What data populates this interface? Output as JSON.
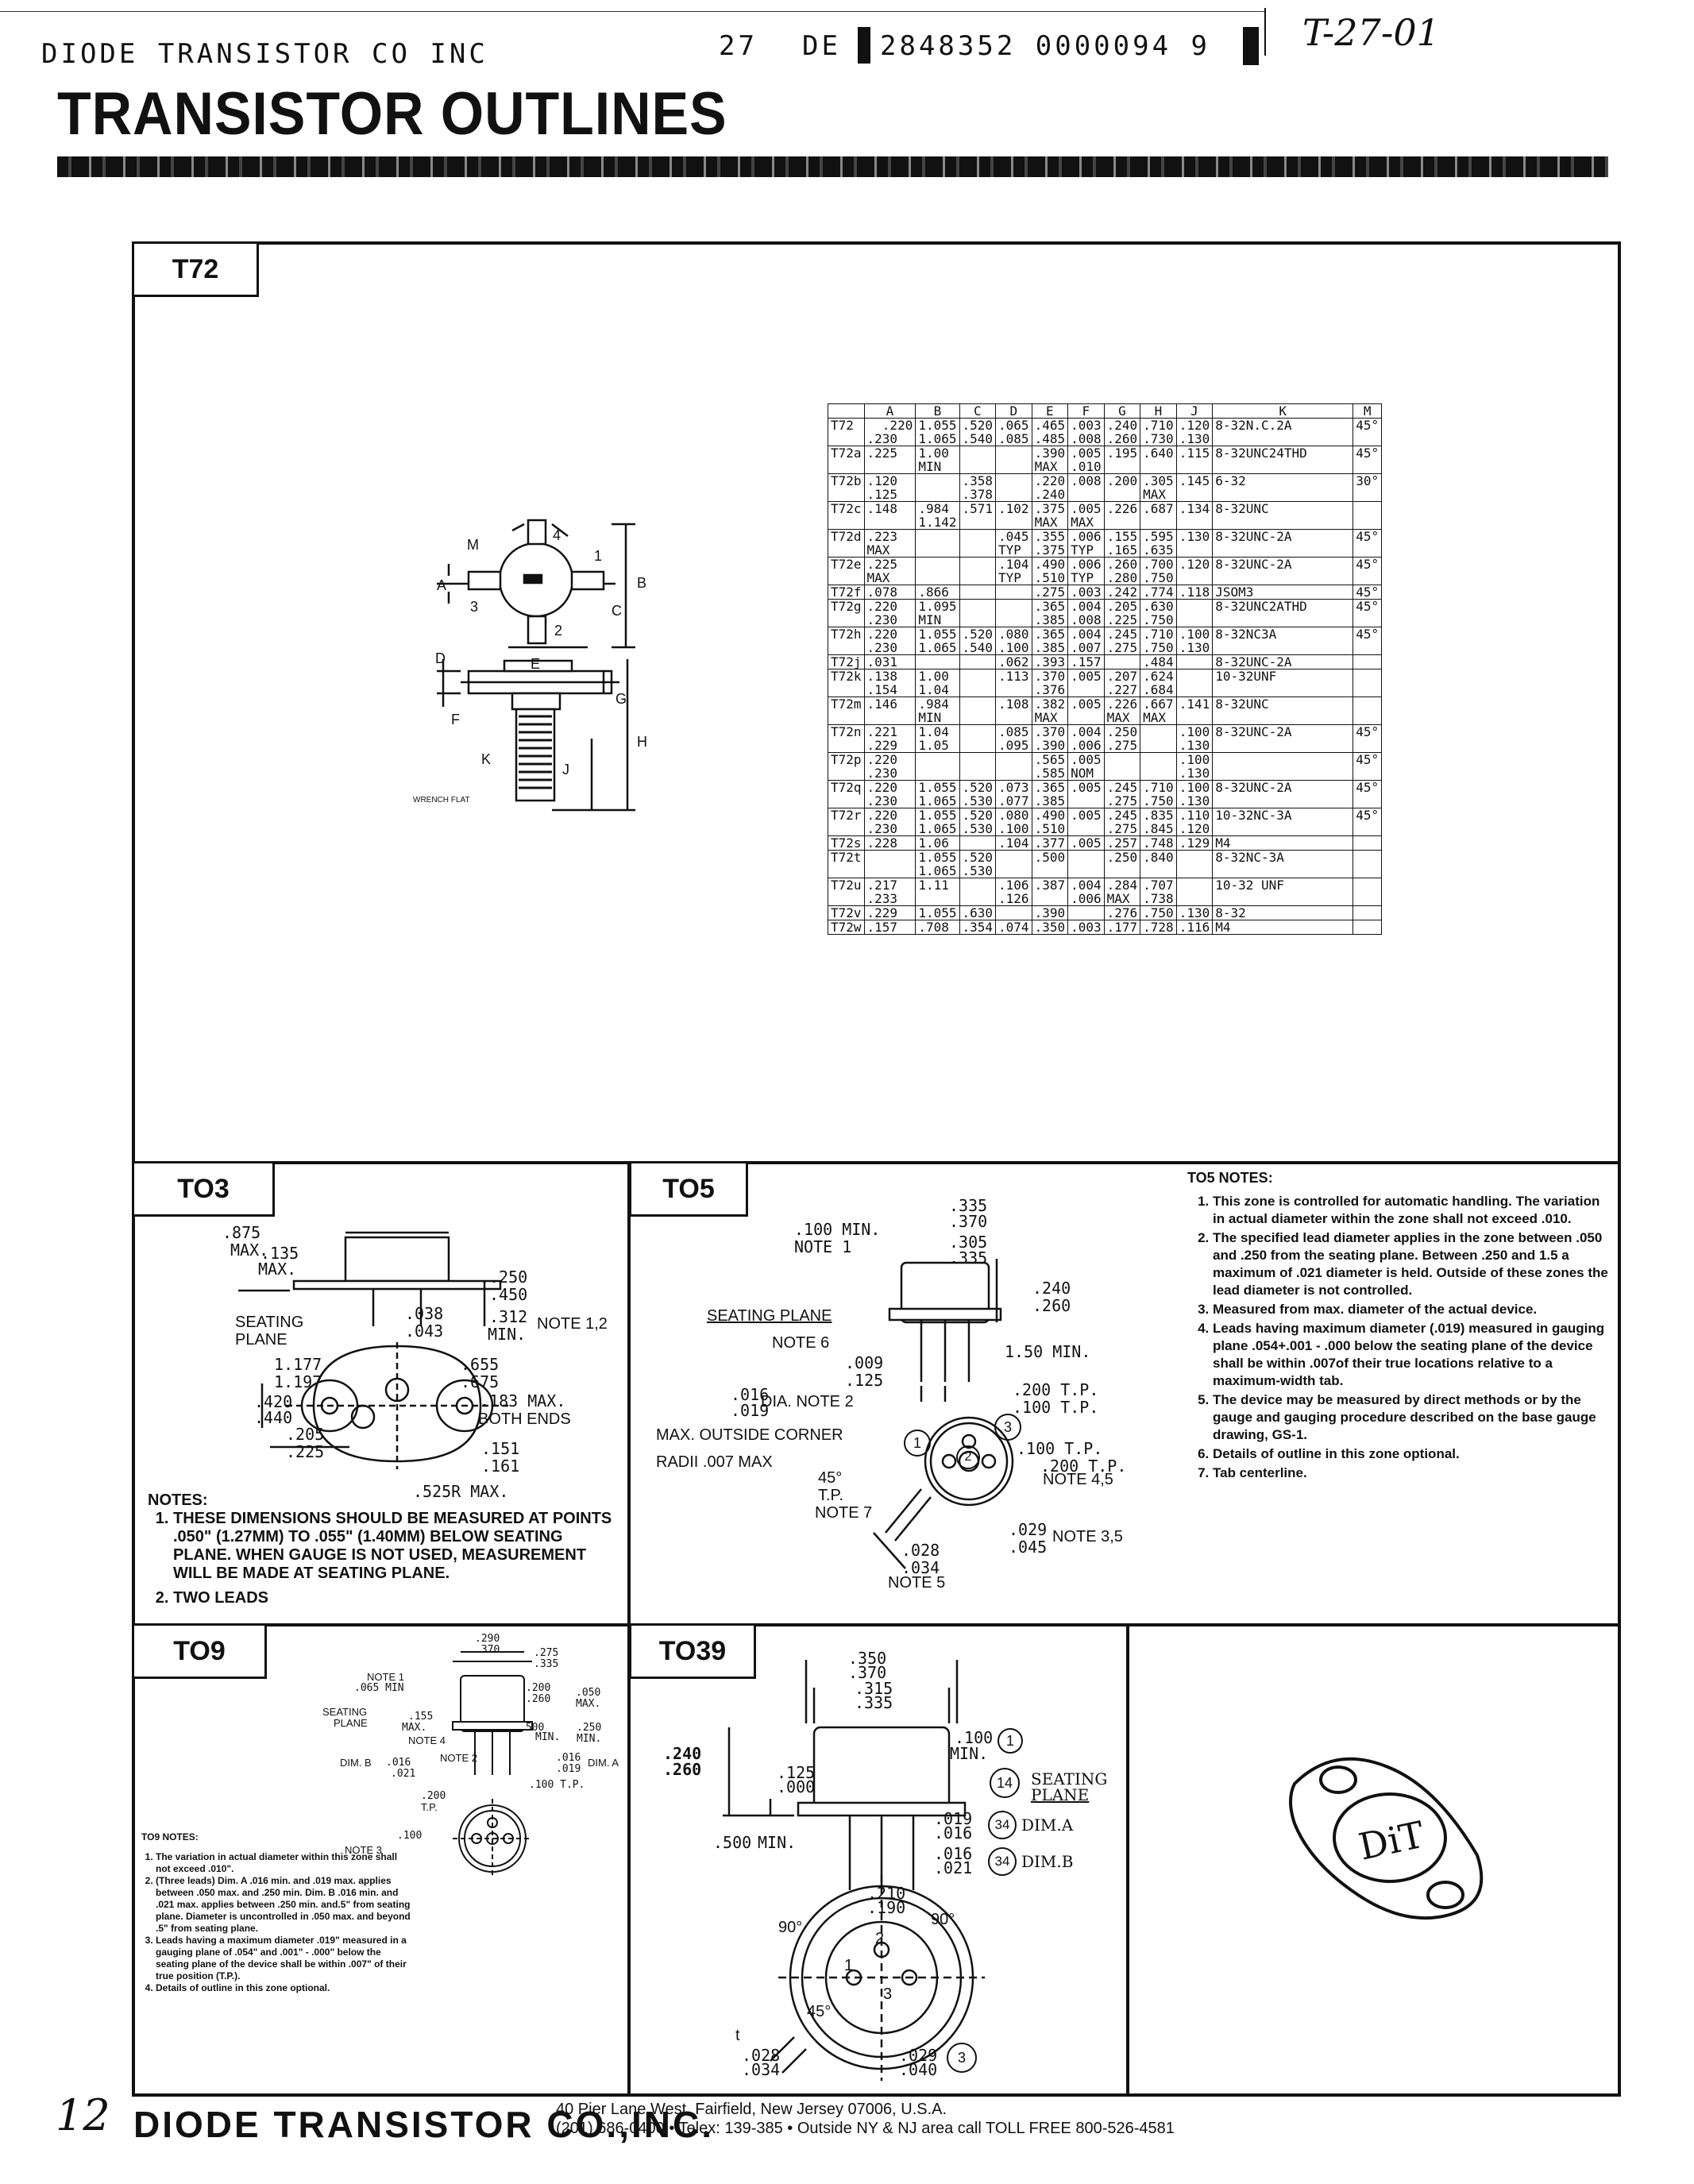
{
  "header": {
    "company": "DIODE TRANSISTOR CO INC",
    "code_27": "27",
    "code_de": "DE",
    "code_num": "2848352 0000094 9",
    "handwritten_code": "T-27-01"
  },
  "title": "TRANSISTOR OUTLINES",
  "t72": {
    "label": "T72",
    "drawing_labels": [
      "A",
      "B",
      "C",
      "D",
      "E",
      "F",
      "G",
      "H",
      "J",
      "K",
      "M",
      "1",
      "2",
      "3",
      "4",
      "WRENCH FLAT"
    ],
    "table": {
      "columns": [
        "",
        "A",
        "B",
        "C",
        "D",
        "E",
        "F",
        "G",
        "H",
        "J",
        "K",
        "M"
      ],
      "rows": [
        [
          "T72",
          "  .220\n.230",
          "1.055\n1.065",
          ".520\n.540",
          ".065\n.085",
          ".465\n.485",
          ".003\n.008",
          ".240\n.260",
          ".710\n.730",
          ".120\n.130",
          "8-32N.C.2A",
          "45°"
        ],
        [
          "T72a",
          ".225",
          "1.00\nMIN",
          "",
          "",
          ".390\nMAX",
          ".005\n.010",
          ".195",
          ".640",
          ".115",
          "8-32UNC24THD",
          "45°"
        ],
        [
          "T72b",
          ".120\n.125",
          "",
          ".358\n.378",
          "",
          ".220\n.240",
          ".008",
          ".200",
          ".305\nMAX",
          ".145",
          "6-32",
          "30°"
        ],
        [
          "T72c",
          ".148",
          ".984\n1.142",
          ".571",
          ".102",
          ".375\nMAX",
          ".005\nMAX",
          ".226",
          ".687",
          ".134",
          "8-32UNC",
          ""
        ],
        [
          "T72d",
          ".223\nMAX",
          "",
          "",
          ".045\nTYP",
          ".355\n.375",
          ".006\nTYP",
          ".155\n.165",
          ".595\n.635",
          ".130",
          "8-32UNC-2A",
          "45°"
        ],
        [
          "T72e",
          ".225\nMAX",
          "",
          "",
          ".104\nTYP",
          ".490\n.510",
          ".006\nTYP",
          ".260\n.280",
          ".700\n.750",
          ".120",
          "8-32UNC-2A",
          "45°"
        ],
        [
          "T72f",
          ".078",
          ".866",
          "",
          "",
          ".275",
          ".003",
          ".242",
          ".774",
          ".118",
          "JSOM3",
          "45°"
        ],
        [
          "T72g",
          ".220\n.230",
          "1.095\nMIN",
          "",
          "",
          ".365\n.385",
          ".004\n.008",
          ".205\n.225",
          ".630\n.750",
          "",
          "8-32UNC2ATHD",
          "45°"
        ],
        [
          "T72h",
          ".220\n.230",
          "1.055\n1.065",
          ".520\n.540",
          ".080\n.100",
          ".365\n.385",
          ".004\n.007",
          ".245\n.275",
          ".710\n.750",
          ".100\n.130",
          "8-32NC3A",
          "45°"
        ],
        [
          "T72j",
          ".031",
          "",
          "",
          ".062",
          ".393",
          ".157",
          "",
          ".484",
          "",
          "8-32UNC-2A",
          ""
        ],
        [
          "T72k",
          ".138\n.154",
          "1.00\n1.04",
          "",
          ".113",
          ".370\n.376",
          ".005",
          ".207\n.227",
          ".624\n.684",
          "",
          "10-32UNF",
          ""
        ],
        [
          "T72m",
          ".146",
          ".984\nMIN",
          "",
          ".108",
          ".382\nMAX",
          ".005",
          ".226\nMAX",
          ".667\nMAX",
          ".141",
          "8-32UNC",
          ""
        ],
        [
          "T72n",
          ".221\n.229",
          "1.04\n1.05",
          "",
          ".085\n.095",
          ".370\n.390",
          ".004\n.006",
          ".250\n.275",
          "",
          ".100\n.130",
          "8-32UNC-2A",
          "45°"
        ],
        [
          "T72p",
          ".220\n.230",
          "",
          "",
          "",
          ".565\n.585",
          ".005\nNOM",
          "",
          "",
          ".100\n.130",
          "",
          "45°"
        ],
        [
          "T72q",
          ".220\n.230",
          "1.055\n1.065",
          ".520\n.530",
          ".073\n.077",
          ".365\n.385",
          ".005",
          ".245\n.275",
          ".710\n.750",
          ".100\n.130",
          "8-32UNC-2A",
          "45°"
        ],
        [
          "T72r",
          ".220\n.230",
          "1.055\n1.065",
          ".520\n.530",
          ".080\n.100",
          ".490\n.510",
          ".005",
          ".245\n.275",
          ".835\n.845",
          ".110\n.120",
          "10-32NC-3A",
          "45°"
        ],
        [
          "T72s",
          ".228",
          "1.06",
          "",
          ".104",
          ".377",
          ".005",
          ".257",
          ".748",
          ".129",
          "M4",
          ""
        ],
        [
          "T72t",
          "",
          "1.055\n1.065",
          ".520\n.530",
          "",
          ".500",
          "",
          ".250",
          ".840",
          "",
          "8-32NC-3A",
          ""
        ],
        [
          "T72u",
          ".217\n.233",
          "1.11",
          "",
          ".106\n.126",
          ".387",
          ".004\n.006",
          ".284\nMAX",
          ".707\n.738",
          "",
          "10-32 UNF",
          ""
        ],
        [
          "T72v",
          ".229",
          "1.055",
          ".630",
          "",
          ".390",
          "",
          ".276",
          ".750",
          ".130",
          "8-32",
          ""
        ],
        [
          "T72w",
          ".157",
          ".708",
          ".354",
          ".074",
          ".350",
          ".003",
          ".177",
          ".728",
          ".116",
          "M4",
          ""
        ]
      ]
    }
  },
  "to3": {
    "label": "TO3",
    "dims": {
      "d875": ".875",
      "max": "MAX.",
      "d135": ".135",
      "max2": "MAX.",
      "d250": ".250",
      "d450": ".450",
      "seating": "SEATING",
      "plane": "PLANE",
      "d038": ".038",
      "d043": ".043",
      "d312": ".312",
      "min": "MIN.",
      "note12": "NOTE 1,2",
      "d1177": "1.177",
      "d1197": "1.197",
      "d655": ".655",
      "d675": ".675",
      "d183": ".183 MAX.",
      "both": "BOTH ENDS",
      "d420": ".420",
      "d440": ".440",
      "d151": ".151",
      "d161": ".161",
      "d205": ".205",
      "d225": ".225",
      "d525": ".525R MAX."
    },
    "notes_title": "NOTES:",
    "notes": [
      "THESE DIMENSIONS SHOULD BE MEASURED AT POINTS .050\" (1.27MM) TO .055\" (1.40MM) BELOW SEATING PLANE. WHEN GAUGE IS NOT USED, MEASUREMENT WILL BE MADE AT SEATING PLANE.",
      "TWO LEADS"
    ]
  },
  "to5": {
    "label": "TO5",
    "dims": {
      "d335": ".335",
      "d370": ".370",
      "d305": ".305",
      "d335b": ".335",
      "d100min": ".100 MIN.",
      "note1": "NOTE 1",
      "d240": ".240",
      "d260": ".260",
      "seating": "SEATING PLANE",
      "note6": "NOTE 6",
      "d150": "1.50 MIN.",
      "d009": ".009",
      "d125": ".125",
      "d016": ".016",
      "d019": ".019",
      "dia": "DIA. NOTE 2",
      "d200tp": ".200  T.P.",
      "d100tp": ".100 T.P.",
      "corner": "MAX. OUTSIDE CORNER",
      "radii": "RADII  .007 MAX",
      "deg45": "45°",
      "tp": "T.P.",
      "note7": "NOTE 7",
      "d100tp2": ".100 T.P.",
      "d200tp2": ".200 T.P.",
      "note45": "NOTE 4,5",
      "d029": ".029",
      "d045": ".045",
      "note35": "NOTE 3,5",
      "d028": ".028",
      "d034": ".034",
      "note5": "NOTE 5",
      "c1": "1",
      "c2": "2",
      "c3": "3"
    },
    "notes_title": "TO5 NOTES:",
    "notes": [
      "This zone is controlled for automatic handling. The variation in actual diameter within the zone shall not exceed .010.",
      "The specified lead diameter applies in the zone between .050 and .250 from the seating plane. Between .250 and 1.5 a maximum of .021 diameter is held. Outside of these zones the lead diameter is not controlled.",
      "Measured from max. diameter of the actual device.",
      "Leads having maximum diameter (.019) measured in gauging plane .054+.001 - .000 below the seating plane of the device shall be within .007of their true locations relative to a maximum-width tab.",
      "The device may be measured by direct methods or by the gauge and gauging procedure described on the base gauge drawing, GS-1.",
      "Details of outline in this zone optional.",
      "Tab centerline."
    ]
  },
  "to9": {
    "label": "TO9",
    "dims": {
      "d290": ".290",
      "d370": ".370",
      "d275": ".275",
      "d335": ".335",
      "note1": "NOTE 1",
      "d065": ".065 MIN",
      "d200": ".200",
      "d260": ".260",
      "d050": ".050",
      "max": "MAX.",
      "seating": "SEATING",
      "plane": "PLANE",
      "d155": ".155",
      "max2": "MAX.",
      "d500": ".500",
      "min": "MIN.",
      "d250": ".250",
      "min2": "MIN.",
      "note4": "NOTE 4",
      "note2": "NOTE 2",
      "dimb": "DIM. B",
      "d016": ".016",
      "d021": ".021",
      "d016b": ".016",
      "d019": ".019",
      "dima": "DIM. A",
      "d200tp": ".200",
      "tp": "T.P.",
      "d100tp": ".100 T.P.",
      "d100": ".100",
      "note3": "NOTE 3"
    },
    "notes_title": "TO9 NOTES:",
    "notes": [
      "The variation in actual diameter within this zone shall not exceed .010\".",
      "(Three leads) Dim. A .016 min. and .019 max. applies between .050 max. and .250 min. Dim. B .016 min. and .021 max. applies between .250 min. and.5\" from seating plane. Diameter is uncontrolled in .050 max. and beyond .5\" from seating plane.",
      "Leads having a maximum diameter .019\" measured in a gauging plane of .054\" and .001\" - .000\" below the seating plane of the device shall be within .007\" of their true position (T.P.).",
      "Details of outline in this zone optional."
    ]
  },
  "to39": {
    "label": "TO39",
    "dims": {
      "d350": ".350",
      "d370": ".370",
      "d315": ".315",
      "d335": ".335",
      "d240": ".240",
      "d260": ".260",
      "d125": ".125",
      "d000": ".000",
      "d100": ".100",
      "min": "MIN.",
      "c1": "1",
      "c14": "14",
      "seating": "SEATING",
      "plane": "PLANE",
      "d019": ".019",
      "d016": ".016",
      "c34": "34",
      "dima": "DIM.A",
      "d016b": ".016",
      "d021": ".021",
      "c34b": "34",
      "dimb": "DIM.B",
      "d500": ".500",
      "min2": "MIN.",
      "d210": ".210",
      "d190": ".190",
      "deg90a": "90°",
      "deg90b": "90°",
      "deg45": "45°",
      "p1": "1",
      "p2": "2",
      "p3": "3",
      "t": "t",
      "d028": ".028",
      "d034": ".034",
      "d029": ".029",
      "d040": ".040",
      "c3": "3"
    }
  },
  "logo_text": "DiT",
  "footer": {
    "page_number": "12",
    "brand": "DIODE TRANSISTOR CO.,INC.",
    "address1": "40 Pier Lane West, Fairfield, New Jersey 07006, U.S.A.",
    "address2": "(201) 686-0400 • Telex: 139-385 • Outside NY & NJ area call TOLL FREE 800-526-4581"
  }
}
